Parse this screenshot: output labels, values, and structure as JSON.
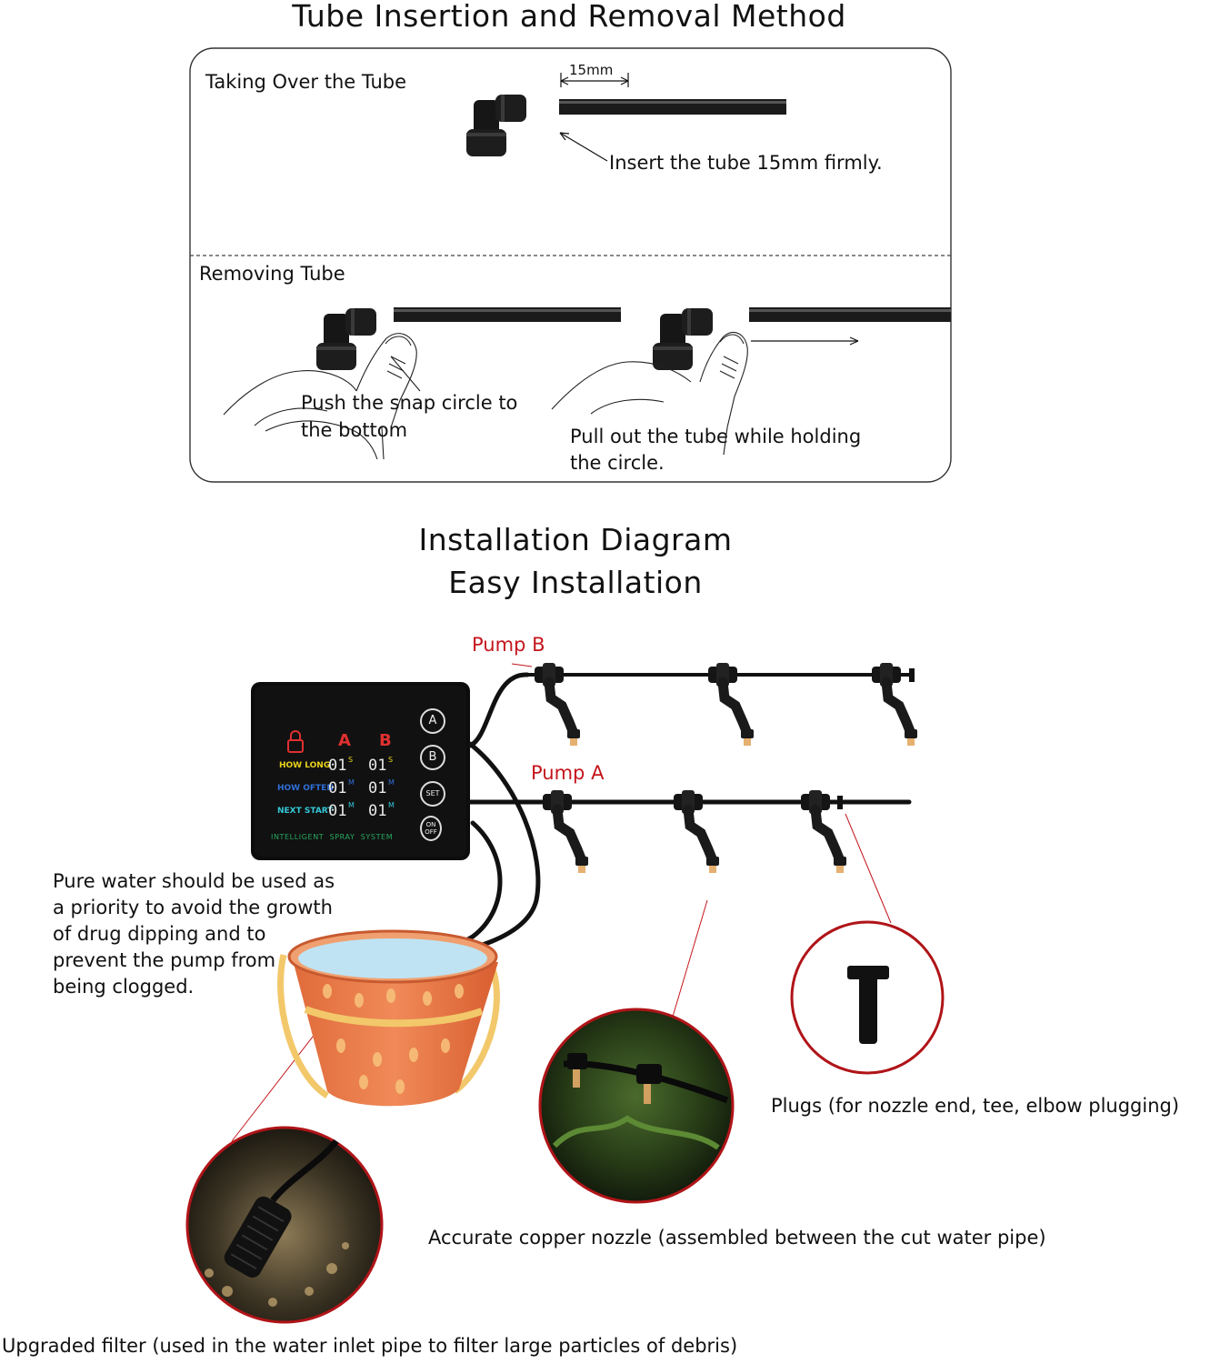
{
  "section1": {
    "title": "Tube Insertion and Removal Method",
    "taking_over": {
      "heading": "Taking Over the Tube",
      "dimension": "15mm",
      "caption": "Insert the tube 15mm firmly."
    },
    "removing": {
      "heading": "Removing Tube",
      "step1": [
        "Push the snap circle to",
        "the bottom"
      ],
      "step2": [
        "Pull out the tube while holding",
        "the circle."
      ]
    }
  },
  "section2": {
    "title_line1": "Installation Diagram",
    "title_line2": "Easy Installation",
    "pump_b": "Pump B",
    "pump_a": "Pump A",
    "controller": {
      "col_a": "A",
      "col_b": "B",
      "rows": [
        {
          "label": "HOW LONG",
          "a": "01",
          "a_unit": "S",
          "b": "01",
          "b_unit": "S",
          "color": "#e8d21b"
        },
        {
          "label": "HOW OFTEN",
          "a": "01",
          "a_unit": "M",
          "b": "01",
          "b_unit": "M",
          "color": "#2f6fd6"
        },
        {
          "label": "NEXT START",
          "a": "01",
          "a_unit": "M",
          "b": "01",
          "b_unit": "M",
          "color": "#35c8d8"
        }
      ],
      "footer": "INTELLIGENT  SPRAY  SYSTEM",
      "buttons": [
        "A",
        "B",
        "SET",
        "ON OFF"
      ]
    },
    "water_note": [
      "Pure water should be used as",
      "a priority to avoid the growth",
      "of drug dipping and to",
      "prevent the pump from",
      "being clogged."
    ],
    "plugs_caption": "Plugs (for nozzle end, tee, elbow plugging)",
    "nozzle_caption": "Accurate copper nozzle (assembled between the cut water pipe)",
    "filter_caption": "Upgraded filter (used in the water inlet pipe to filter large particles of debris)"
  },
  "colors": {
    "accent_red": "#c4161c",
    "tube": "#1a1a1a",
    "bucket": "#e8794a",
    "handle": "#f2c86a",
    "water": "#bfe3f2"
  }
}
